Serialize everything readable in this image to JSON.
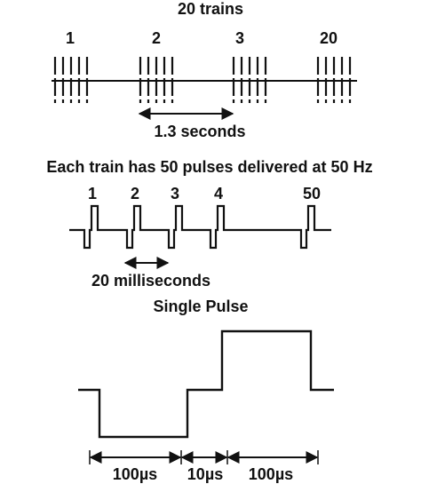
{
  "section1": {
    "title": "20 trains",
    "train_labels": [
      "1",
      "2",
      "3",
      "20"
    ],
    "interval_label": "1.3 seconds"
  },
  "section2": {
    "title": "Each train has 50 pulses delivered at 50 Hz",
    "pulse_labels": [
      "1",
      "2",
      "3",
      "4",
      "50"
    ],
    "interval_label": "20 milliseconds"
  },
  "section3": {
    "title": "Single Pulse",
    "phase_labels": [
      "100µs",
      "10µs",
      "100µs"
    ]
  },
  "colors": {
    "ink": "#111111",
    "background": "#ffffff"
  }
}
